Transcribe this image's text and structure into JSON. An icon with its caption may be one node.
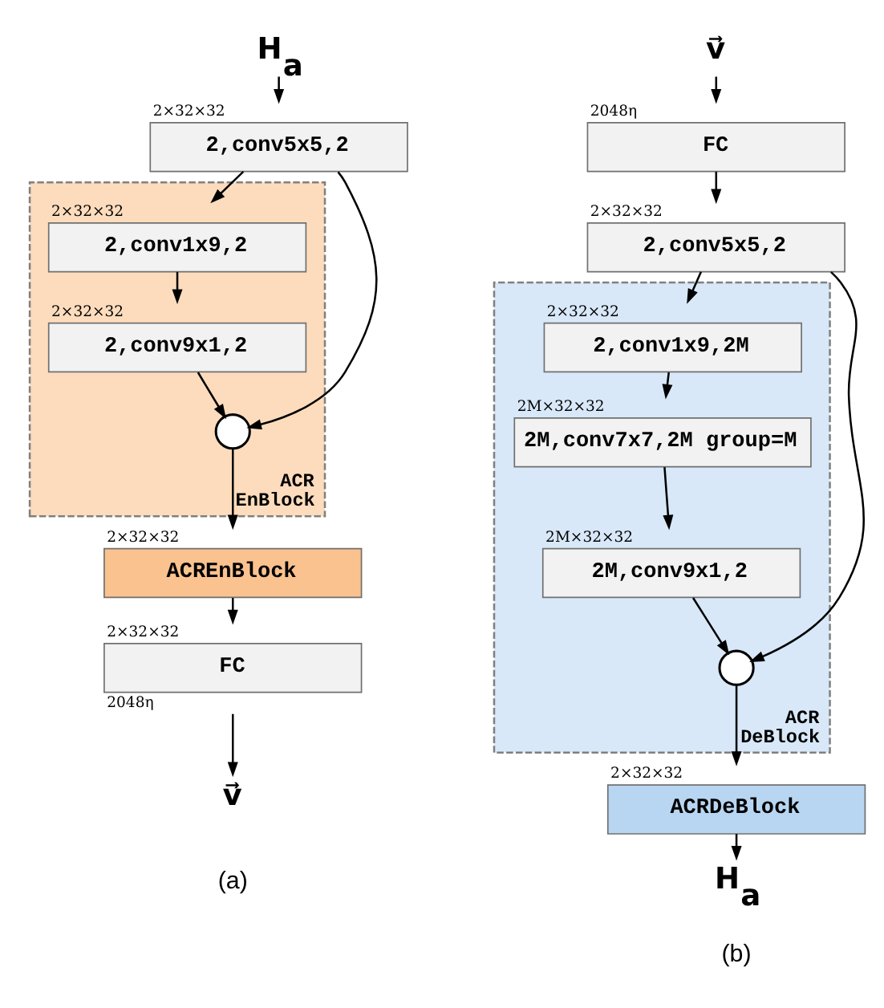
{
  "diagram": {
    "nodes": [
      {
        "text": [
          "H$_{a}$"
        ]
      },
      {
        "text": [
          "2,conv5x5,2"
        ],
        "beside": [
          "2×32×32"
        ]
      },
      {
        "text": [
          "ACR EnBlock"
        ]
      },
      {
        "text": [
          "2,conv1x9,2"
        ],
        "beside": [
          "2×32×32"
        ],
        "in": 2
      },
      {
        "text": [
          "2,conv9x1,2"
        ],
        "beside": [
          "2×32×32"
        ],
        "in": 2
      },
      {
        "text": [],
        "shape": "circle",
        "in": 2
      },
      {
        "text": [
          "ACREnBlock"
        ],
        "beside": [
          "2×32×32"
        ]
      },
      {
        "text": [
          "FC"
        ],
        "beside": [
          "2×32×32",
          "2048η"
        ]
      },
      {
        "text": [
          "v⃗"
        ]
      },
      {
        "text": [
          "v⃗"
        ]
      },
      {
        "text": [
          "FC"
        ],
        "beside": [
          "2048η"
        ]
      },
      {
        "text": [
          "2,conv5x5,2"
        ],
        "beside": [
          "2×32×32"
        ]
      },
      {
        "text": [
          "ACR DeBlock"
        ]
      },
      {
        "text": [
          "2,conv1x9,2M"
        ],
        "beside": [
          "2×32×32"
        ],
        "in": 12
      },
      {
        "text": [
          "2M,conv7x7,2M group=M"
        ],
        "beside": [
          "2M×32×32"
        ],
        "in": 12
      },
      {
        "text": [
          "2M,conv9x1,2"
        ],
        "beside": [
          "2M×32×32"
        ],
        "in": 12
      },
      {
        "text": [],
        "shape": "circle",
        "in": 12
      },
      {
        "text": [
          "ACRDeBlock"
        ],
        "beside": [
          "2×32×32"
        ]
      },
      {
        "text": [
          "H$_{a}$"
        ]
      }
    ],
    "edges": [
      {
        "from": 0,
        "to": 1,
        "arrow": "to"
      },
      {
        "from": 1,
        "to": 3,
        "arrow": "to"
      },
      {
        "from": 3,
        "to": 4,
        "arrow": "to"
      },
      {
        "from": 4,
        "to": 5,
        "arrow": "to"
      },
      {
        "from": 1,
        "to": 5,
        "arrow": "to"
      },
      {
        "from": 5,
        "to": 6,
        "arrow": "to"
      },
      {
        "from": 6,
        "to": 7,
        "arrow": "to"
      },
      {
        "from": 7,
        "to": 8,
        "arrow": "to"
      },
      {
        "from": 9,
        "to": 10,
        "arrow": "to"
      },
      {
        "from": 10,
        "to": 11,
        "arrow": "to"
      },
      {
        "from": 11,
        "to": 13,
        "arrow": "to"
      },
      {
        "from": 13,
        "to": 14,
        "arrow": "to"
      },
      {
        "from": 14,
        "to": 15,
        "arrow": "to"
      },
      {
        "from": 15,
        "to": 16,
        "arrow": "to"
      },
      {
        "from": 11,
        "to": 16,
        "arrow": "to"
      },
      {
        "from": 16,
        "to": 17,
        "arrow": "to"
      },
      {
        "from": 17,
        "to": 18,
        "arrow": "to"
      }
    ],
    "labels": [
      "(a)",
      "(b)"
    ]
  }
}
